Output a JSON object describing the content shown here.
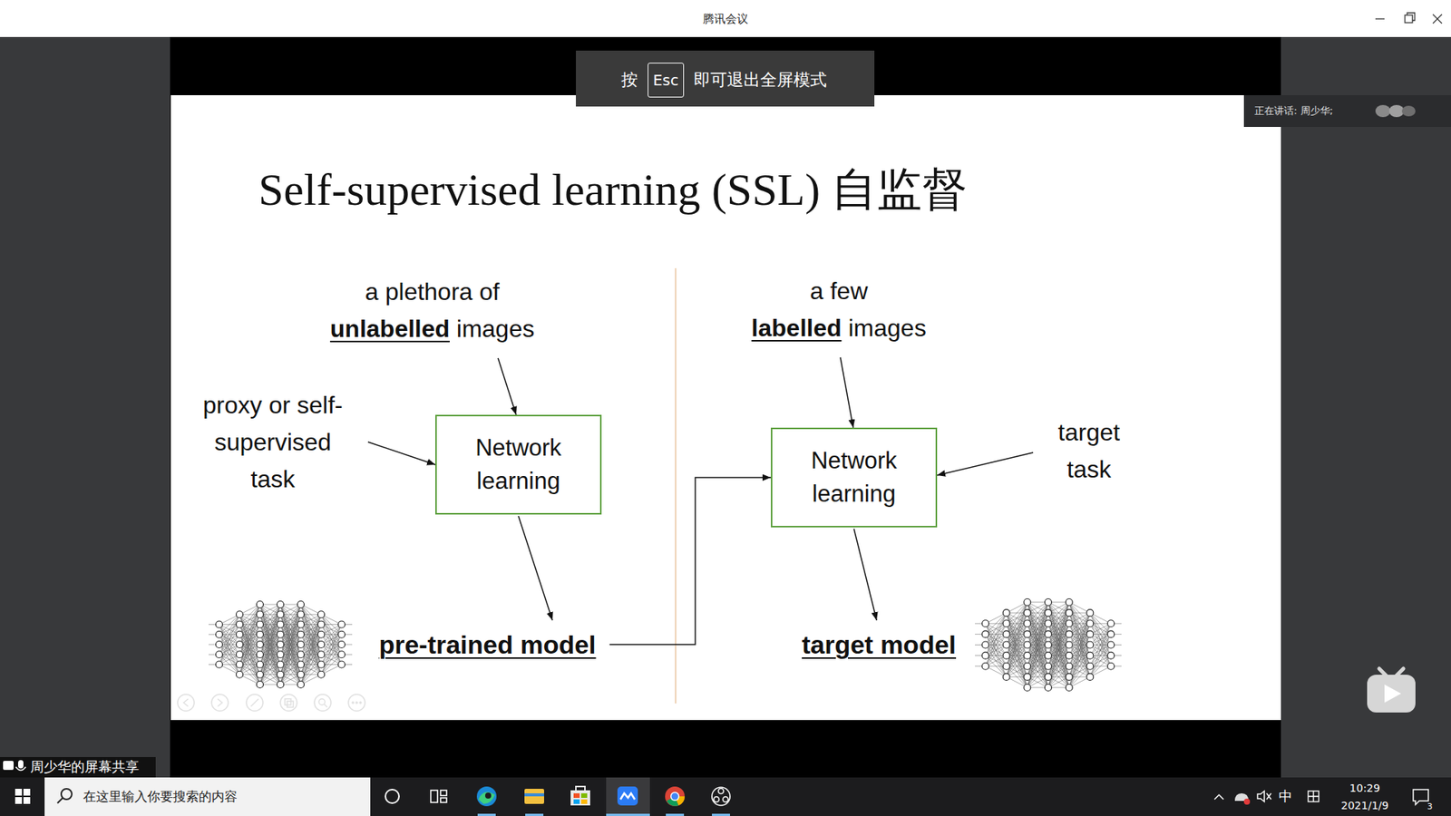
{
  "diagram": {
    "title": "Self-supervised learning (SSL) 自监督",
    "nodes": [
      {
        "text": [
          "a plethora of",
          "unlabelled",
          "images"
        ]
      },
      {
        "text": [
          "a few",
          "labelled",
          "images"
        ]
      },
      {
        "text": [
          "proxy or self- supervised task"
        ]
      },
      {
        "text": [
          "Network learning"
        ]
      },
      {
        "text": [
          "Network learning"
        ]
      },
      {
        "text": [
          "target task"
        ]
      },
      {
        "text": [
          "pre-trained model"
        ]
      },
      {
        "text": [
          "target model"
        ]
      }
    ],
    "edges": [
      {
        "from": 0,
        "to": 3,
        "arrow": "to"
      },
      {
        "from": 2,
        "to": 3,
        "arrow": "to"
      },
      {
        "from": 3,
        "to": 6,
        "arrow": "to"
      },
      {
        "from": 6,
        "to": 4,
        "arrow": "to"
      },
      {
        "from": 1,
        "to": 4,
        "arrow": "to"
      },
      {
        "from": 5,
        "to": 4,
        "arrow": "to"
      },
      {
        "from": 4,
        "to": 7,
        "arrow": "to"
      }
    ],
    "labels": [
      "腾讯会议",
      "按",
      "Esc",
      "即可退出全屏模式",
      "正在讲话: 周少华;",
      "周少华的屏幕共享",
      "在这里输入你要搜索的内容",
      "中",
      "10:29",
      "2021/1/9",
      "3"
    ]
  }
}
